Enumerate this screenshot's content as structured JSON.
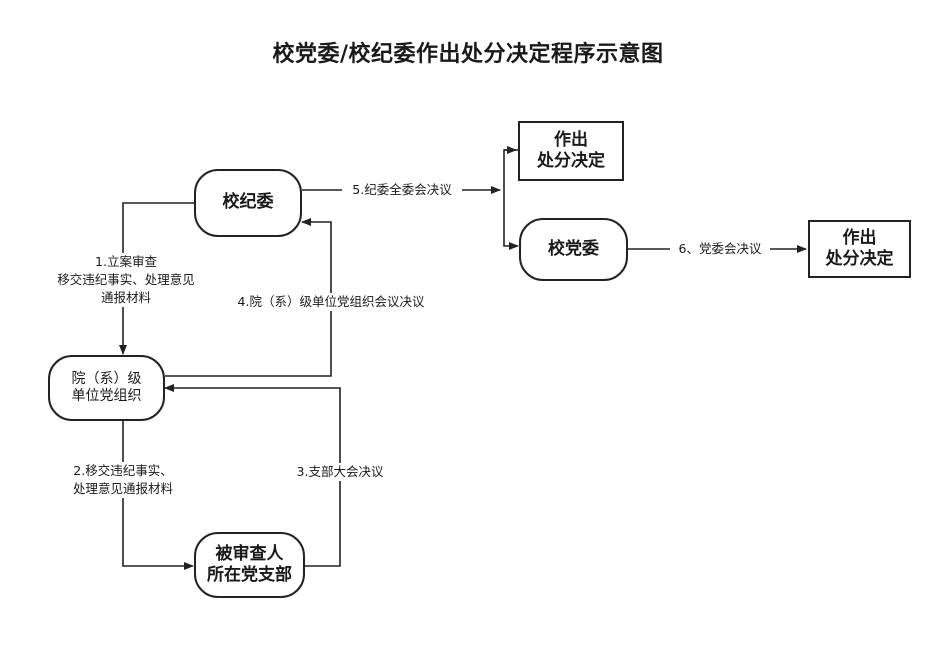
{
  "title": "校党委/校纪委作出处分决定程序示意图",
  "nodes": {
    "xiaojiwei": "校纪委",
    "yuanji": "院（系）级\n单位党组织",
    "beishencha": "被审查人\n所在党支部",
    "xiaodangwei": "校党委",
    "decision_top": "作出\n处分决定",
    "decision_right": "作出\n处分决定"
  },
  "edges": {
    "e1": "1.立案审查\n移交违纪事实、处理意见\n通报材料",
    "e2": "2.移交违纪事实、\n处理意见通报材料",
    "e3": "3.支部大会决议",
    "e4": "4.院（系）级单位党组织会议决议",
    "e5": "5.纪委全委会决议",
    "e6": "6、党委会决议"
  },
  "colors": {
    "line": "#222222",
    "border": "#222222"
  }
}
